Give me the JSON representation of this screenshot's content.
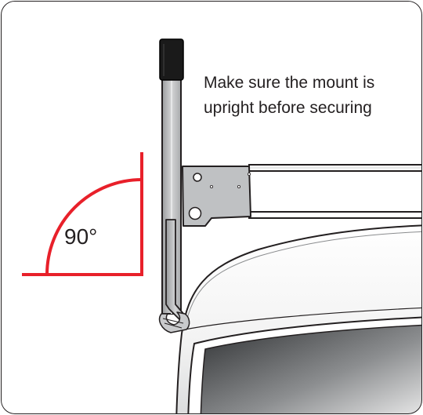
{
  "instruction": {
    "line1": "Make sure the mount is",
    "line2": "upright before securing"
  },
  "angle_label": "90°",
  "colors": {
    "angle_marker": "#e8202a",
    "outline": "#231f20",
    "bracket_fill": "#bfc1c3",
    "handle_grip": "#1a1a1a",
    "window_dark": "#3a3c3e"
  },
  "icons": {
    "mount": "mount-pole",
    "bracket": "mount-bracket",
    "clamp": "clamp-hook",
    "angle": "right-angle-marker"
  }
}
